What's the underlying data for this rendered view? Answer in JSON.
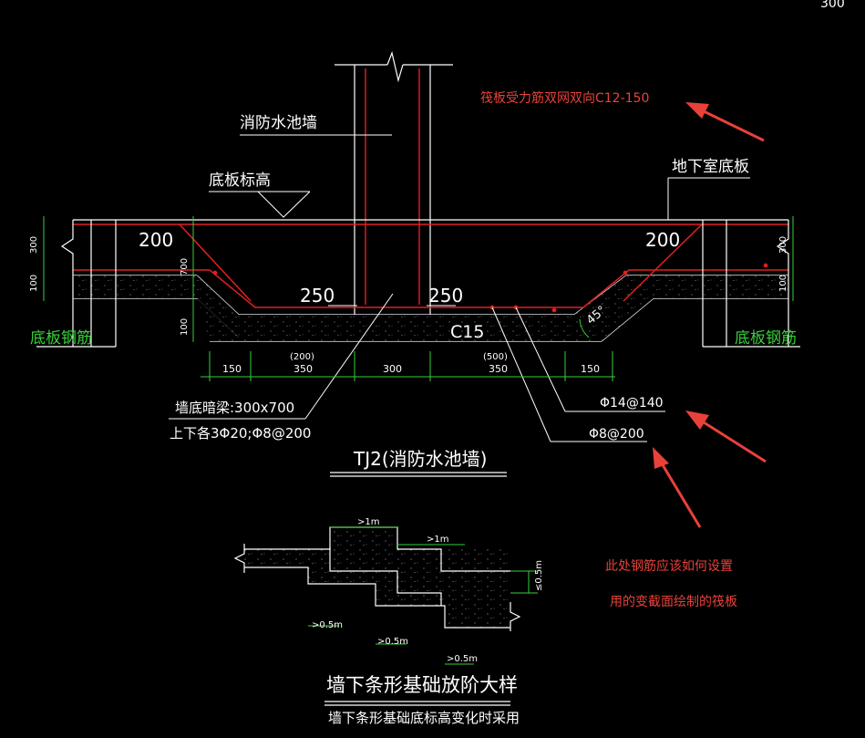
{
  "drawing": {
    "corner_label": "300",
    "wall_label": "消防水池墙",
    "bottom_elev_label": "底板标高",
    "basement_slab_label": "地下室底板",
    "slab_rebar_left": "底板钢筋",
    "slab_rebar_right": "底板钢筋",
    "dim_200_left": "200",
    "dim_200_right": "200",
    "dim_250_left": "250",
    "dim_250_right": "250",
    "concrete_label": "C15",
    "angle_label": "45°",
    "left_vert_dims": [
      "300",
      "100",
      "700",
      "100"
    ],
    "right_vert_dims": [
      "300",
      "100"
    ],
    "bottom_dims": [
      "150",
      "350",
      "300",
      "350",
      "150"
    ],
    "bottom_dims_paren": [
      "(200)",
      "(500)"
    ],
    "beam_label_1": "墙底暗梁:300x700",
    "beam_label_2": "上下各3Φ20;Φ8@200",
    "rebar_label_1": "Φ14@140",
    "rebar_label_2": "Φ8@200",
    "section_title": "TJ2(消防水池墙)",
    "step_dims": [
      ">1m",
      ">1m",
      "≤0.5m",
      ">0.5m",
      ">0.5m",
      ">0.5m"
    ],
    "step_title": "墙下条形基础放阶大样",
    "step_subtitle": "墙下条形基础底标高变化时采用"
  },
  "annotations": {
    "top_note": "筏板受力筋双网双向C12-150",
    "question_line1": "此处钢筋应该如何设置",
    "question_line2": "用的变截面绘制的筏板"
  },
  "colors": {
    "background": "#000000",
    "cad_line": "#ffffff",
    "rebar": "#e02020",
    "dimension": "#37d13a",
    "annotation": "#e8413a"
  }
}
